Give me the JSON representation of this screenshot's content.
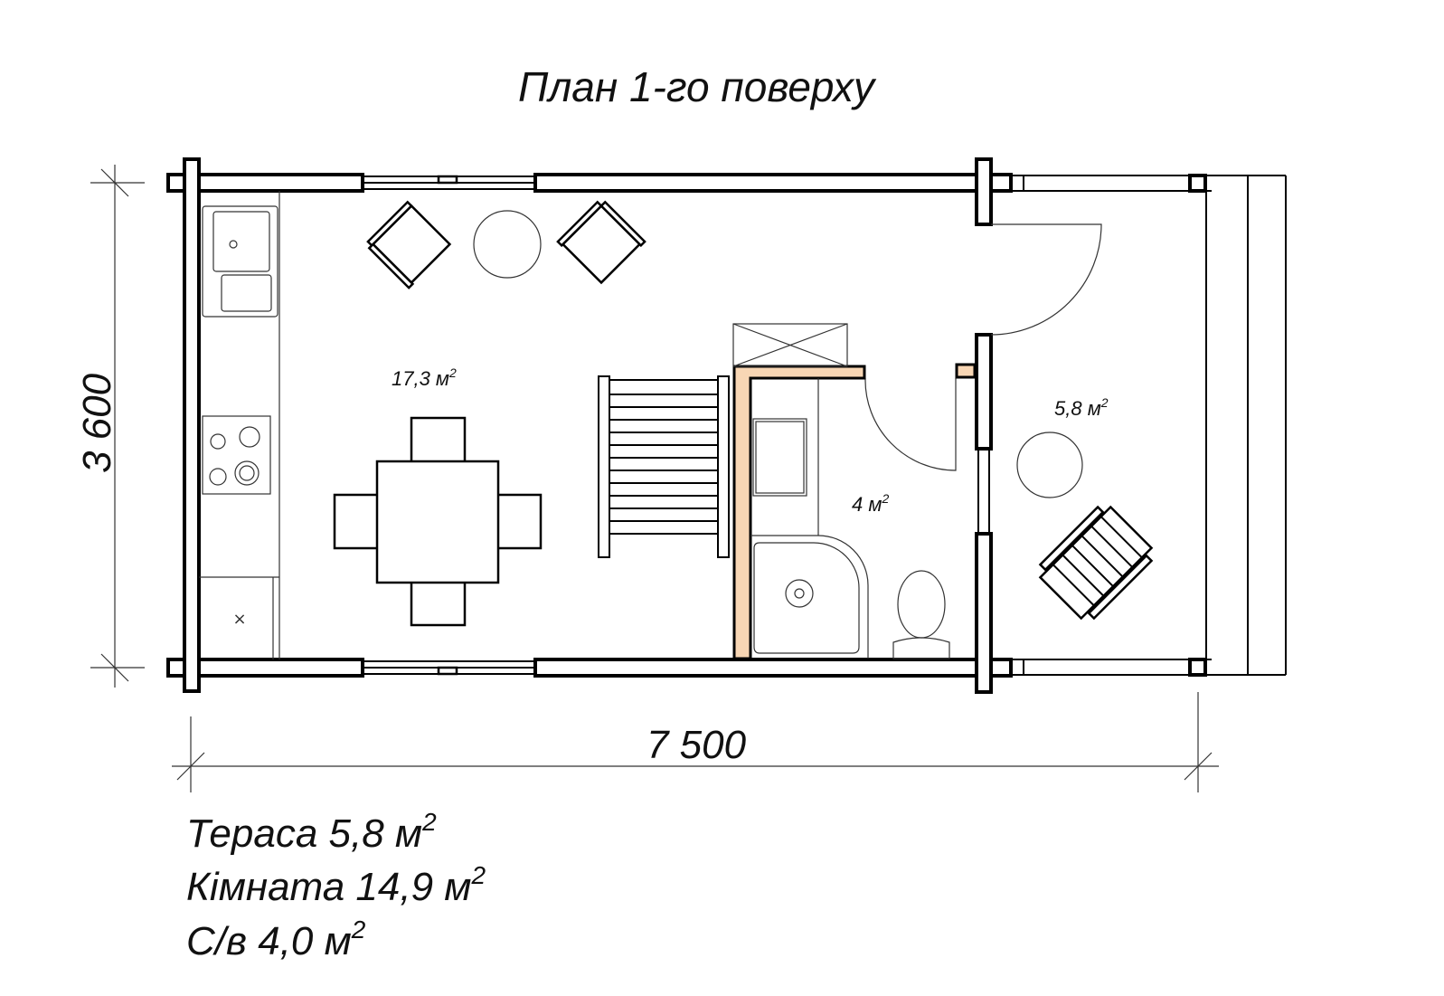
{
  "title": "План 1-го поверху",
  "dimensions": {
    "height": "3 600",
    "width": "7 500"
  },
  "rooms": [
    {
      "area": "17,3 м",
      "sup": "2"
    },
    {
      "area": "4 м",
      "sup": "2"
    },
    {
      "area": "5,8 м",
      "sup": "2"
    }
  ],
  "summary": [
    {
      "label": "Тераса 5,8 м",
      "sup": "2"
    },
    {
      "label": "Кімната 14,9 м",
      "sup": "2"
    },
    {
      "label": "С/в 4,0 м",
      "sup": "2"
    }
  ],
  "colors": {
    "partition": "#f8d6b4",
    "wall": "#000000"
  }
}
